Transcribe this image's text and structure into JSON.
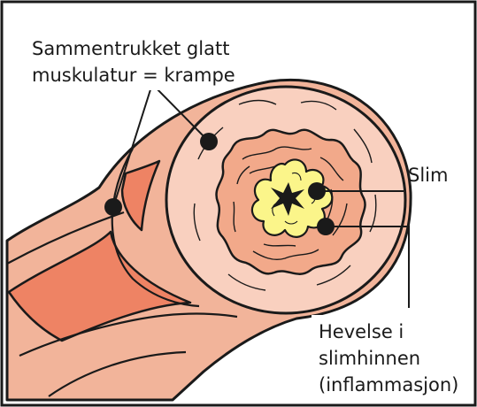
{
  "labels": {
    "smooth_muscle_line1": "Sammentrukket glatt",
    "smooth_muscle_line2": "muskulatur = krampe",
    "mucus": "Slim",
    "swelling_line1": "Hevelse i",
    "swelling_line2": "slimhinnen",
    "swelling_line3": "(inflammasjon)"
  },
  "colors": {
    "frame": "#1a1a1a",
    "outer_wall": "#f2b49a",
    "muscle_band": "#ee8364",
    "cross_section_ring": "#f9d0bf",
    "swollen_mucosa": "#f2a98a",
    "mucus": "#fbf58a",
    "lumen": "#1a1a1a",
    "marker": "#1a1a1a"
  }
}
